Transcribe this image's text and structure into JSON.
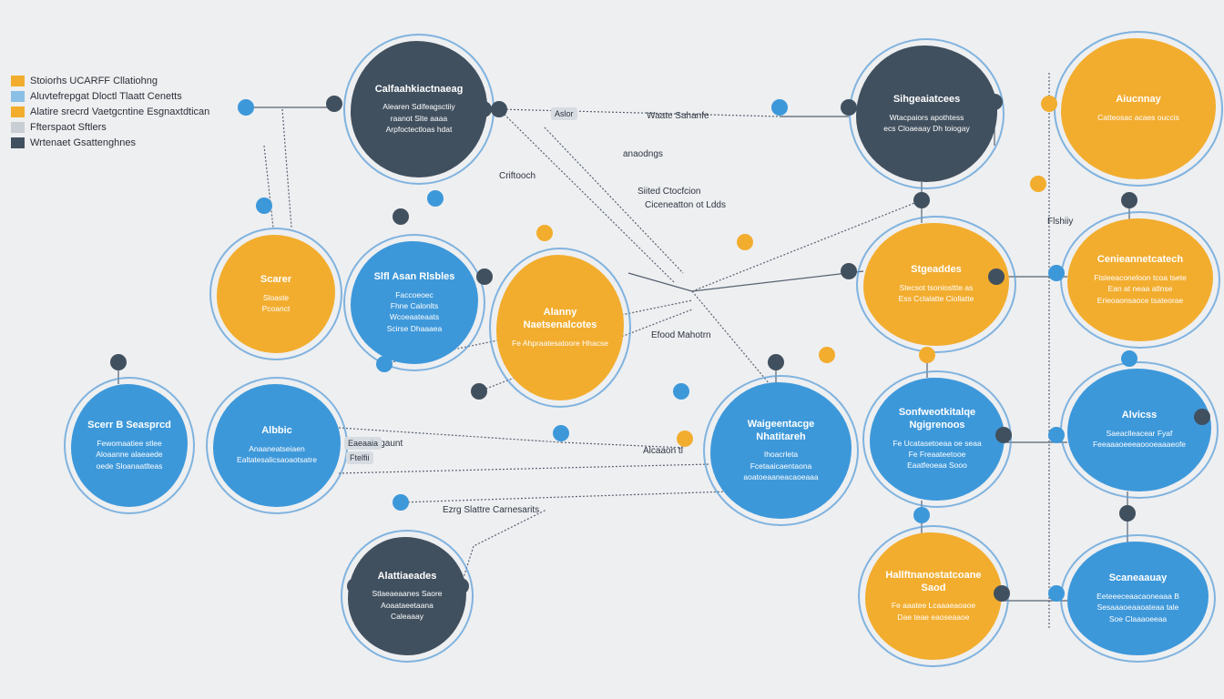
{
  "legend": [
    {
      "label": "Stoiorhs  UCARFF Cllatiohng",
      "color": "#f2ad2f"
    },
    {
      "label": "Aluvtefrepgat Dloctl Tlaatt Cenetts",
      "color": "#8bbfe6"
    },
    {
      "label": "Alatire srecrd Vaetgcntine Esgnaxtdtican",
      "color": "#f2ad2f"
    },
    {
      "label": "Ffterspaot Sftlers",
      "color": "#c9ced4"
    },
    {
      "label": "Wrtenaet Gsattenghnes",
      "color": "#41505f"
    }
  ],
  "colors": {
    "dark": "#41505f",
    "yellow": "#f2ad2f",
    "blue": "#3d98da",
    "edge": "#566270",
    "ring": "#5b9fd8"
  },
  "nodes": [
    {
      "id": "n1",
      "color": "dark",
      "title": "Calfaahkiactnaeag",
      "lines": [
        "Alearen Sdifeagsctiiy",
        "raanot Slte aaaa",
        "Arpfoctectloas hdat"
      ]
    },
    {
      "id": "n2",
      "color": "dark",
      "title": "Sihgeaiatcees",
      "lines": [
        "Wtacpaiors apothtess",
        "ecs Cloaeaay Dh toiogay"
      ]
    },
    {
      "id": "n3",
      "color": "yellow",
      "title": "Aiucnnay",
      "lines": [
        "Catteosac acaes ouccis"
      ]
    },
    {
      "id": "n4",
      "color": "yellow",
      "title": "Scarer",
      "lines": [
        "Sloaste",
        "Pcoanct"
      ]
    },
    {
      "id": "n5",
      "color": "blue",
      "title": "Slfl Asan Rlsbles",
      "lines": [
        "Faccoeoec",
        "Fhne Calonlts",
        "Wcoeaateaats",
        "Scirse Dhaaaea"
      ]
    },
    {
      "id": "n6",
      "color": "yellow",
      "title": "Alanny Naetsenalcotes",
      "lines": [
        "Fe Ahpraatesatoore Hhacse"
      ]
    },
    {
      "id": "n7",
      "color": "yellow",
      "title": "Stgeaddes",
      "lines": [
        "Stecsot tsoniosttte as",
        "Ess Cclalatte Ciollatte"
      ]
    },
    {
      "id": "n8",
      "color": "yellow",
      "title": "Cenieannetcatech",
      "lines": [
        "Ftsleeaconeloon tcoa tsete",
        "Ean at neaa atlnse",
        "Erieoaonsaoce tsateorae"
      ]
    },
    {
      "id": "n9",
      "color": "blue",
      "title": "Scerr B Seasprcd",
      "lines": [
        "Fewomaatiee stlee",
        "Aloaanne alaeaede",
        "oede Sloanaatlteas"
      ]
    },
    {
      "id": "n10",
      "color": "blue",
      "title": "Albbic",
      "lines": [
        "Anaaneatseiaen",
        "Ealtatesalicsaoaotsatre"
      ]
    },
    {
      "id": "n11",
      "color": "blue",
      "title": "Waigeentacge Nhatitareh",
      "lines": [
        "Ihoacrleta",
        "Fcetaaicaentaona",
        "aoatoeaaneacaoeaaa"
      ]
    },
    {
      "id": "n12",
      "color": "blue",
      "title": "Sonfweotkitalqe Ngigrenoos",
      "lines": [
        "Fe Ucatasetoeaa oe seaa",
        "Fe Freaateetooe",
        "Eaatfeoeaa Sooo"
      ]
    },
    {
      "id": "n13",
      "color": "blue",
      "title": "Alvicss",
      "lines": [
        "Saeaclleacear Fyaf",
        "Feeaaaoeeeaoooeaaaeofe"
      ]
    },
    {
      "id": "n14",
      "color": "dark",
      "title": "Alattiaeades",
      "lines": [
        "Stlaeaeaanes Saore",
        "Aoaataeetaana",
        "Caleaaay"
      ]
    },
    {
      "id": "n15",
      "color": "yellow",
      "title": "Hallftnanostatcoane Saod",
      "lines": [
        "Fe aaatee Lcaaaeaoaoe",
        "Dae teae eaoseaaoe"
      ]
    },
    {
      "id": "n16",
      "color": "blue",
      "title": "Scaneaauay",
      "lines": [
        "Eeteeeceaacaoneaaa B",
        "Sesaaaoeaaoateaa tale",
        "Soe Claaaoeeaa"
      ]
    }
  ],
  "annotations": [
    {
      "id": "a1",
      "text": "Waate Sahanfe"
    },
    {
      "id": "a2",
      "text": "anaodngs"
    },
    {
      "id": "a3",
      "text": "Criftooch"
    },
    {
      "id": "a4",
      "text": "Siited Ctocfcion"
    },
    {
      "id": "a5",
      "text": "Ciceneatton ot Ldds"
    },
    {
      "id": "a6",
      "text": "Efood Mahotrn"
    },
    {
      "id": "a7",
      "text": "Flshiiy"
    },
    {
      "id": "a8",
      "text": "Eagaunt"
    },
    {
      "id": "a9",
      "text": "Alcaaon ti"
    },
    {
      "id": "a10",
      "text": "Ezrg Slattre Carnesarits"
    }
  ],
  "tags": [
    {
      "id": "t1",
      "text": "Aslor"
    },
    {
      "id": "t2",
      "text": "Eaeaaia"
    },
    {
      "id": "t3",
      "text": "Ftelfii"
    }
  ]
}
